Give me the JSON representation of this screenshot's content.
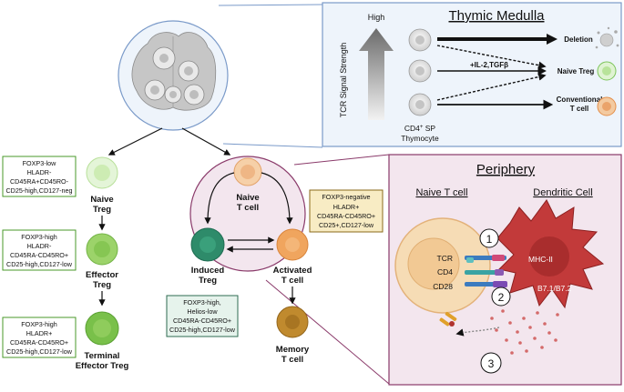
{
  "thymic": {
    "title": "Thymic Medulla",
    "high": "High",
    "axis": "TCR Signal Strength",
    "thymocyte_line1": "CD4",
    "thymocyte_sup": "+",
    "thymocyte_line1b": " SP",
    "thymocyte_line2": "Thymocyte",
    "cytokines": "+IL-2,TGFβ",
    "deletion": "Deletion",
    "naive_treg": "Naive Treg",
    "conv_line1": "Conventional",
    "conv_line2": "T cell"
  },
  "left": {
    "naive_treg_l1": "Naive",
    "naive_treg_l2": "Treg",
    "box1": [
      "FOXP3-low",
      "HLADR-",
      "CD45RA+CD45RO-",
      "CD25-high,CD127-neg"
    ],
    "effector_l1": "Effector",
    "effector_l2": "Treg",
    "box2": [
      "FOXP3-high",
      "HLADR-",
      "CD45RA-CD45RO+",
      "CD25-high,CD127-low"
    ],
    "terminal_l1": "Terminal",
    "terminal_l2": "Effector Treg",
    "box3": [
      "FOXP3-high",
      "HLADR+",
      "CD45RA-CD45RO+",
      "CD25-high,CD127-low"
    ]
  },
  "middle": {
    "naive_t_l1": "Naive",
    "naive_t_l2": "T cell",
    "box_neg": [
      "FOXP3-negative",
      "HLADR+",
      "CD45RA-CD45RO+",
      "CD25+,CD127-low"
    ],
    "induced_l1": "Induced",
    "induced_l2": "Treg",
    "activated_l1": "Activated",
    "activated_l2": "T cell",
    "box_induced": [
      "FOXP3-high,",
      "Helios-low",
      "CD45RA-CD45RO+",
      "CD25-high,CD127-low"
    ],
    "memory_l1": "Memory",
    "memory_l2": "T cell"
  },
  "periphery": {
    "title": "Periphery",
    "naive_t": "Naive T cell",
    "dendritic": "Dendritic Cell",
    "tcr": "TCR",
    "cd4": "CD4",
    "cd28": "CD28",
    "mhc": "MHC-II",
    "b7": "B7.1/B7.2",
    "n1": "1",
    "n2": "2",
    "n3": "3"
  },
  "colors": {
    "thymus_bg": "#eef4fb",
    "pink_bg": "#f3e6ee",
    "light_green": "#dff3d2",
    "green": "#9cd36a",
    "dark_green": "#4ba46f",
    "orange": "#f0a55e",
    "peach": "#f3caa0",
    "brown": "#c08a2e",
    "dc_red": "#c23a3a"
  }
}
